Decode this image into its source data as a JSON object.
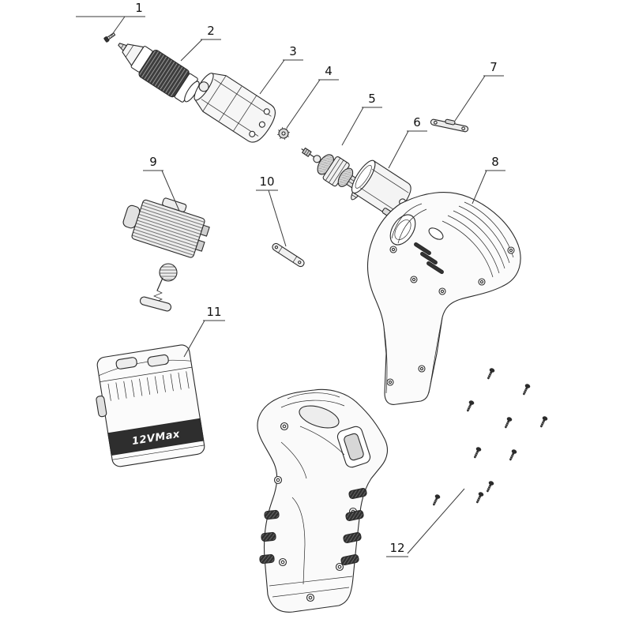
{
  "figure": {
    "battery_text": "12VMax",
    "line_color": "#2a2a2a",
    "background": "#ffffff",
    "callouts": [
      {
        "num": "1",
        "part": "screw"
      },
      {
        "num": "2",
        "part": "chuck"
      },
      {
        "num": "3",
        "part": "gearbox-assembly"
      },
      {
        "num": "4",
        "part": "pinion-gear"
      },
      {
        "num": "5",
        "part": "motor-armature"
      },
      {
        "num": "6",
        "part": "motor-stator"
      },
      {
        "num": "7",
        "part": "bracket-clip"
      },
      {
        "num": "8",
        "part": "housing-half-right"
      },
      {
        "num": "9",
        "part": "switch-assembly"
      },
      {
        "num": "10",
        "part": "bit-holder"
      },
      {
        "num": "11",
        "part": "battery-pack"
      },
      {
        "num": "12",
        "part": "screw-set"
      }
    ]
  }
}
